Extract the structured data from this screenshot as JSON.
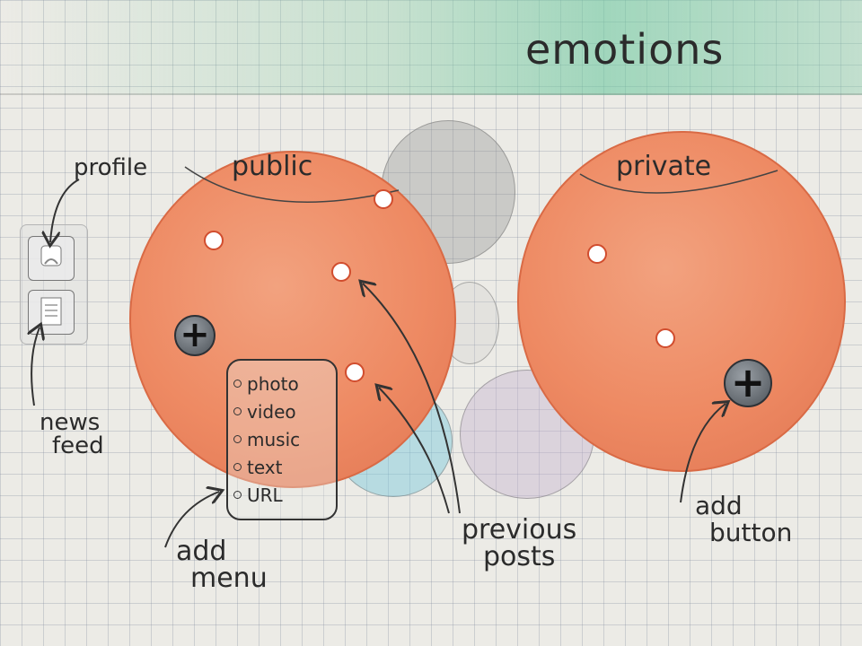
{
  "header": {
    "title": "emotions"
  },
  "sidebar": {
    "profile_label": "profile",
    "news_feed_label": [
      "news",
      "feed"
    ],
    "profile_icon": "person-icon",
    "news_feed_icon": "document-icon"
  },
  "public_circle": {
    "label": "public",
    "add_icon": "plus-icon"
  },
  "private_circle": {
    "label": "private",
    "add_icon": "plus-icon"
  },
  "add_menu": {
    "items": [
      "photo",
      "video",
      "music",
      "text",
      "URL"
    ]
  },
  "annotations": {
    "add_menu": [
      "add",
      "menu"
    ],
    "previous_posts": [
      "previous",
      "posts"
    ],
    "add_button": [
      "add",
      "button"
    ]
  },
  "colors": {
    "circle_fill": "#ee8a63",
    "post_dot_border": "#d14d2e",
    "header_tint": "#6ec8a0"
  }
}
